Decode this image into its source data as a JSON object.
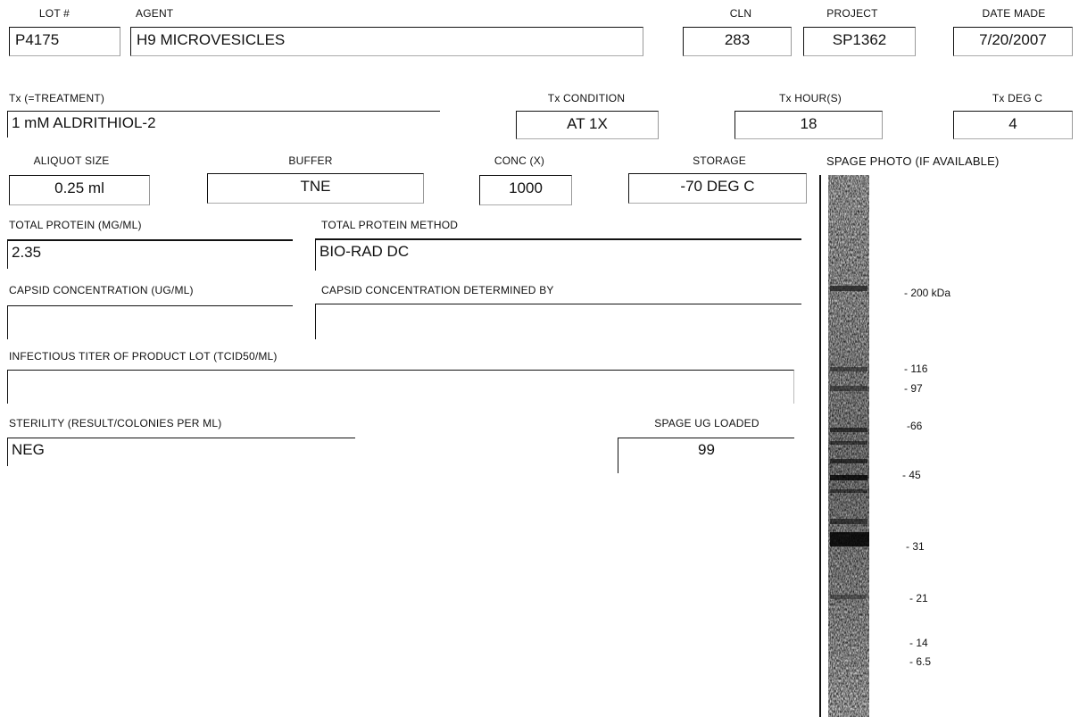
{
  "row1": {
    "lot_label": "LOT #",
    "lot_value": "P4175",
    "agent_label": "AGENT",
    "agent_value": "H9 MICROVESICLES",
    "cln_label": "CLN",
    "cln_value": "283",
    "project_label": "PROJECT",
    "project_value": "SP1362",
    "date_label": "DATE MADE",
    "date_value": "7/20/2007"
  },
  "row2": {
    "tx_label": "Tx (=TREATMENT)",
    "tx_value": "1 mM ALDRITHIOL-2",
    "txcond_label": "Tx CONDITION",
    "txcond_value": "AT 1X",
    "txhour_label": "Tx HOUR(S)",
    "txhour_value": "18",
    "txdeg_label": "Tx DEG C",
    "txdeg_value": "4"
  },
  "row3": {
    "aliquot_label": "ALIQUOT SIZE",
    "aliquot_value": "0.25 ml",
    "buffer_label": "BUFFER",
    "buffer_value": "TNE",
    "conc_label": "CONC (X)",
    "conc_value": "1000",
    "storage_label": "STORAGE",
    "storage_value": "-70 DEG C",
    "spage_label": "SPAGE PHOTO  (IF AVAILABLE)"
  },
  "row4": {
    "protein_label": "TOTAL PROTEIN (MG/ML)",
    "protein_value": "2.35",
    "method_label": "TOTAL PROTEIN METHOD",
    "method_value": "BIO-RAD DC"
  },
  "row5": {
    "capsid_label": "CAPSID CONCENTRATION (UG/ML)",
    "capsid_value": "",
    "capsid_by_label": "CAPSID CONCENTRATION DETERMINED BY",
    "capsid_by_value": ""
  },
  "row6": {
    "titer_label": "INFECTIOUS TITER OF PRODUCT LOT (TCID50/ML)",
    "titer_value": ""
  },
  "row7": {
    "sterility_label": "STERILITY (RESULT/COLONIES PER ML)",
    "sterility_value": "NEG",
    "spage_ug_label": "SPAGE UG LOADED",
    "spage_ug_value": "99"
  },
  "markers": [
    "- 200 kDa",
    "- 116",
    "- 97",
    "-66",
    "- 45",
    "- 31",
    "- 21",
    "- 14",
    "- 6.5"
  ]
}
